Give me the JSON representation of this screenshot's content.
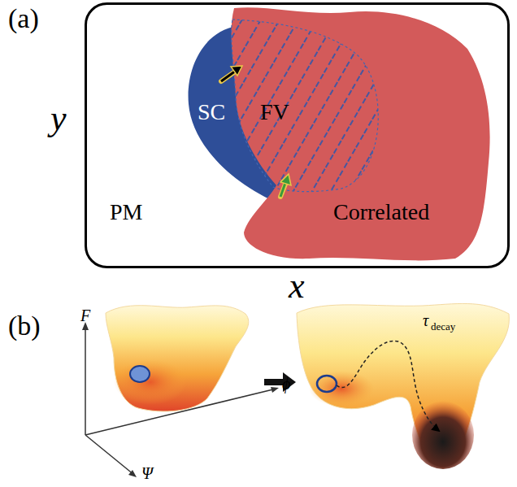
{
  "diagram": {
    "nodes": [
      {
        "text": [
          "PM"
        ]
      },
      {
        "text": [
          "SC"
        ],
        "in": 0
      },
      {
        "text": [
          "Correlated"
        ],
        "in": 0
      },
      {
        "text": [
          "FV"
        ],
        "in": 2
      }
    ],
    "labels": [
      "(a)",
      "y",
      "x",
      "(b)",
      "F",
      "ϕ",
      "Ψ",
      "τ",
      "decay"
    ]
  }
}
